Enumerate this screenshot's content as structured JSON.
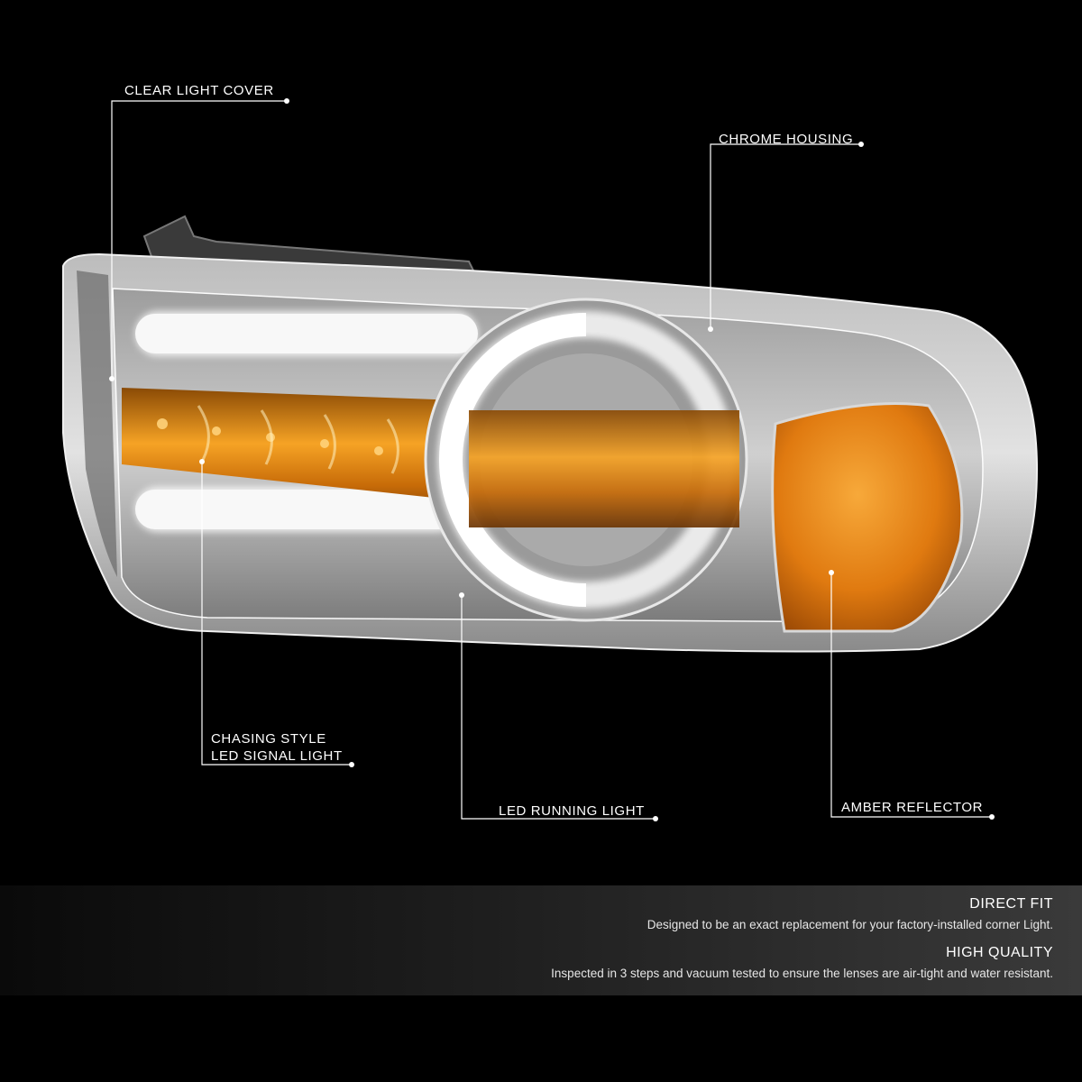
{
  "callouts": {
    "clear_light_cover": "CLEAR LIGHT COVER",
    "chrome_housing": "CHROME HOUSING",
    "chasing_signal_line1": "CHASING STYLE",
    "chasing_signal_line2": "LED SIGNAL LIGHT",
    "led_running_light": "LED RUNNING LIGHT",
    "amber_reflector": "AMBER REFLECTOR"
  },
  "features": [
    {
      "title": "DIRECT FIT",
      "text": "Designed to be an exact replacement for your factory-installed corner Light."
    },
    {
      "title": "HIGH QUALITY",
      "text": "Inspected in 3 steps and vacuum tested to ensure the lenses are air-tight and water resistant."
    }
  ],
  "colors": {
    "background": "#000000",
    "amber": "#f29a1a",
    "chrome": "#d8d8d8",
    "callout_line": "#ffffff"
  }
}
